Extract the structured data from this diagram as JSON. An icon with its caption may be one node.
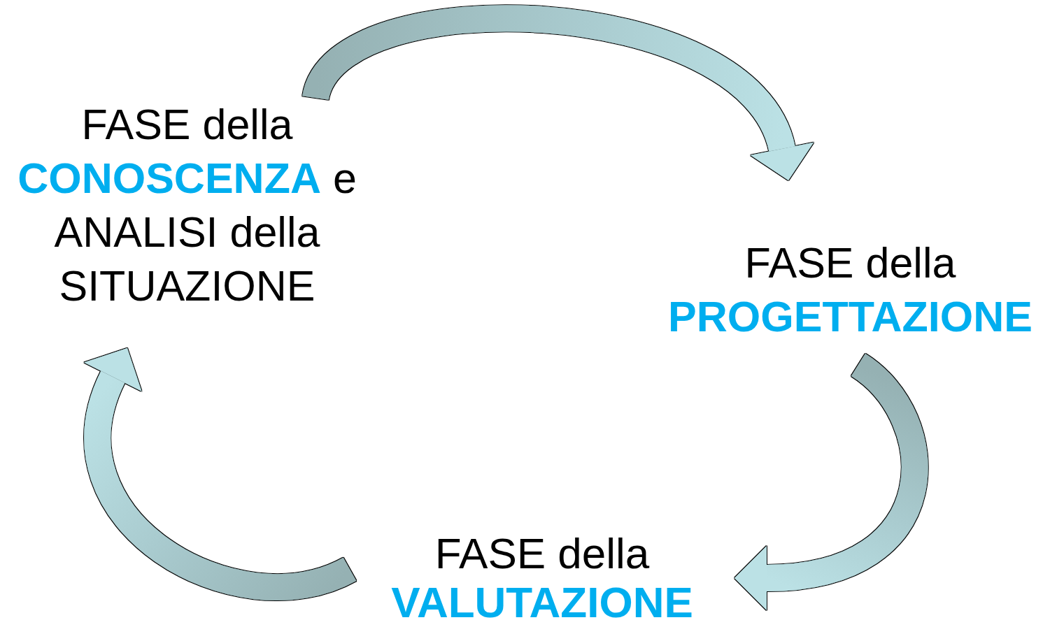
{
  "diagram": {
    "nodes": [
      {
        "text": [
          "FASE della **CONOSCENZA** e ANALISI della SITUAZIONE"
        ]
      },
      {
        "text": [
          "FASE della **PROGETTAZIONE**"
        ]
      },
      {
        "text": [
          "FASE della **VALUTAZIONE**"
        ]
      }
    ],
    "edges": [
      {
        "from": 0,
        "to": 1,
        "arrow": "to"
      },
      {
        "from": 1,
        "to": 2,
        "arrow": "to"
      },
      {
        "from": 2,
        "to": 0,
        "arrow": "to"
      }
    ]
  }
}
